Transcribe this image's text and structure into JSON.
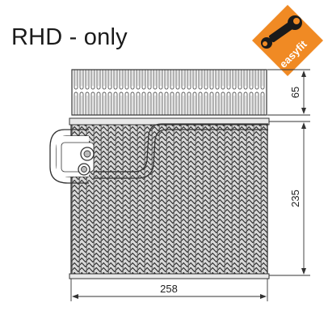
{
  "header": {
    "title": "RHD - only"
  },
  "badge": {
    "text": "easyfit",
    "icon": "wrench-icon",
    "color": "#f08a24"
  },
  "dimensions": {
    "top_height": "65",
    "core_height": "235",
    "width": "258"
  }
}
